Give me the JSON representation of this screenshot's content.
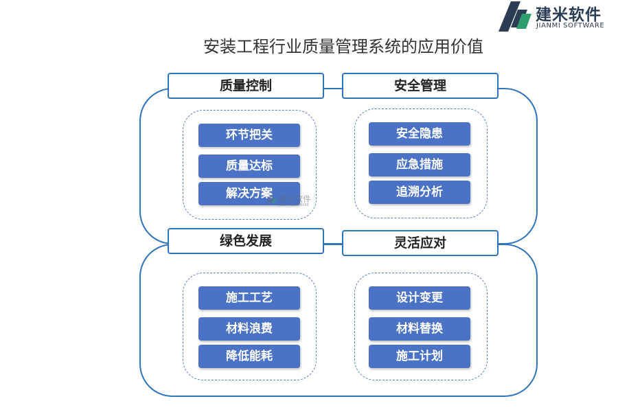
{
  "logo": {
    "name_cn": "建米软件",
    "name_en": "JIANMI SOFTWARE",
    "icon": "jianmi-logo-icon"
  },
  "title": "安装工程行业质量管理系统的应用价值",
  "colors": {
    "accent": "#2e73bd",
    "item_fill": "#4a73c6",
    "dashed": "#5a7fc0",
    "logo": "#2a3d55"
  },
  "sections": [
    {
      "header": "质量控制",
      "items": [
        "环节把关",
        "质量达标",
        "解决方案"
      ]
    },
    {
      "header": "安全管理",
      "items": [
        "安全隐患",
        "应急措施",
        "追溯分析"
      ]
    },
    {
      "header": "绿色发展",
      "items": [
        "施工工艺",
        "材料浪费",
        "降低能耗"
      ]
    },
    {
      "header": "灵活应对",
      "items": [
        "设计变更",
        "材料替换",
        "施工计划"
      ]
    }
  ],
  "watermark": {
    "name_cn": "建米软件",
    "name_en": "JIANMI SOFTWARE"
  }
}
